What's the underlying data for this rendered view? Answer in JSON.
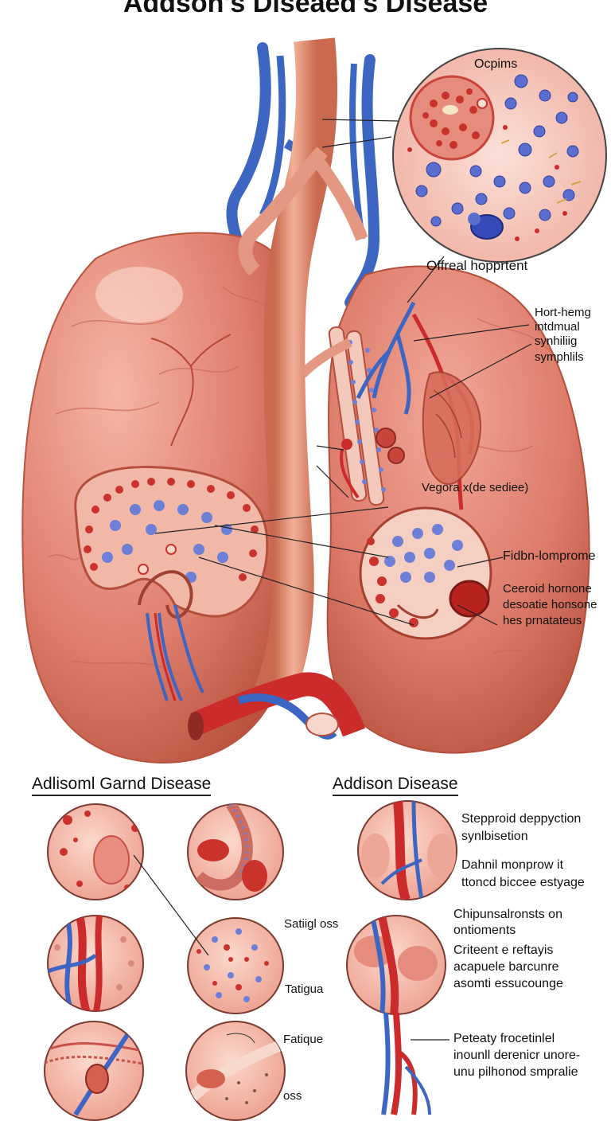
{
  "title": "Addson's Diseaed's Disease",
  "main_labels": {
    "inset_title": "Ocpims",
    "offreal": "Offreal hopprtent",
    "hort_lines": [
      "Hort-hemg",
      "intdmual",
      "synhiliig",
      "symphlils"
    ],
    "vegora": "Vegora x(de sediee)",
    "fidbn": "Fidbn-lomprome",
    "ceeroid_lines": [
      "Ceeroid hornone",
      "desoatie honsone",
      "hes prnatateus"
    ]
  },
  "left_section": {
    "title": "Adlisoml Garnd Disease",
    "labels": [
      "Satiigl oss",
      "Tatigua",
      "Fatique",
      "oss"
    ]
  },
  "right_section": {
    "title": "Addison Disease",
    "labels": [
      [
        "Stepproid deppyction",
        "synlbisetion"
      ],
      [
        "Dahnil monprow it",
        "ttoncd biccee estyage"
      ],
      [
        "Chipunsalronsts on",
        "ontioments"
      ],
      [
        "Criteent e reftayis",
        "acapuele barcunre",
        "asomti essucounge"
      ],
      [
        "Peteaty frocetinlel",
        "inounll derenicr unore-",
        "unu pilhonod smpralie"
      ]
    ]
  },
  "colors": {
    "organ": "#e07f6e",
    "organ_dark": "#c5604f",
    "vein": "#3d66c2",
    "artery": "#cc2b2b",
    "inset_bg": "#f6c7bd",
    "cell_blue": "#6d7fd6",
    "cell_red": "#c9332c"
  }
}
